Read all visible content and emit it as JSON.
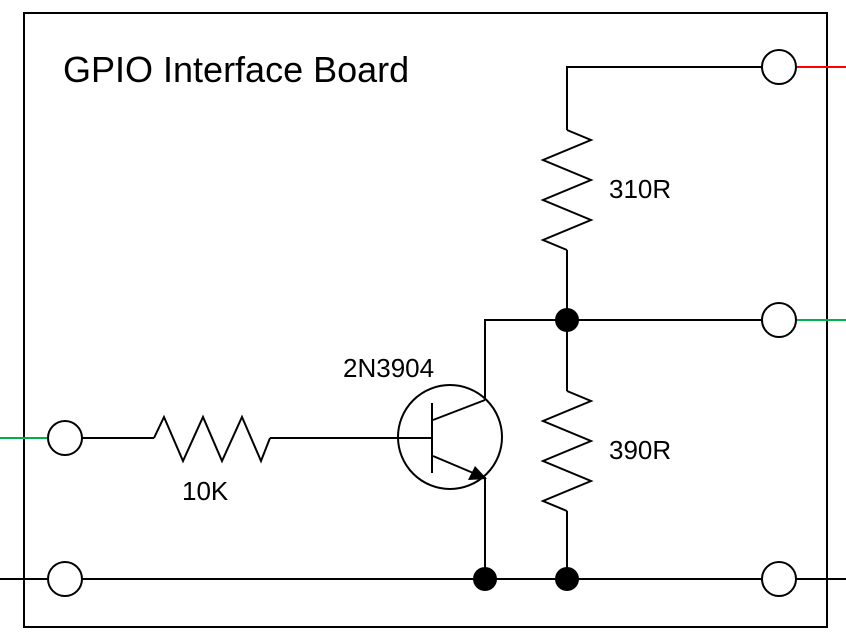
{
  "diagram": {
    "title": "GPIO Interface Board",
    "components": {
      "r_top": {
        "type": "resistor",
        "label": "310R"
      },
      "r_bottom": {
        "type": "resistor",
        "label": "390R"
      },
      "r_base": {
        "type": "resistor",
        "label": "10K"
      },
      "transistor": {
        "type": "npn-transistor",
        "label": "2N3904"
      }
    },
    "terminals": [
      {
        "id": "top-right",
        "wire_color": "#ff0000"
      },
      {
        "id": "mid-right",
        "wire_color": "#00b050"
      },
      {
        "id": "bottom-right",
        "wire_color": "#000000"
      },
      {
        "id": "mid-left",
        "wire_color": "#00b050"
      },
      {
        "id": "bottom-left",
        "wire_color": "#000000"
      }
    ],
    "colors": {
      "line": "#000000",
      "background": "#ffffff"
    }
  }
}
